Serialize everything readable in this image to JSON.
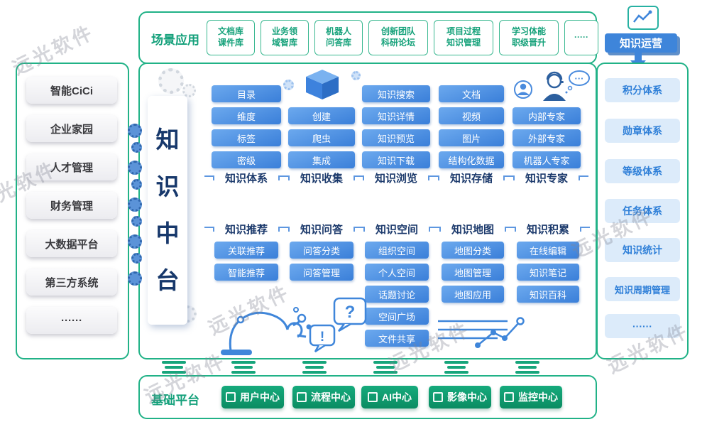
{
  "watermark": "远光软件",
  "top_bar": {
    "label": "场景应用",
    "items": [
      "文档库\n课件库",
      "业务领\n域智库",
      "机器人\n问答库",
      "创新团队\n科研论坛",
      "项目过程\n知识管理",
      "学习体能\n职级晋升",
      "·····"
    ]
  },
  "ops": {
    "button": "知识运营"
  },
  "left_panel": {
    "items": [
      "智能CiCi",
      "企业家园",
      "人才管理",
      "财务管理",
      "大数据平台",
      "第三方系统",
      "······"
    ]
  },
  "center": {
    "title": "知识中台",
    "row1": [
      {
        "label": "知识体系",
        "items": [
          "目录",
          "维度",
          "标签",
          "密级"
        ]
      },
      {
        "label": "知识收集",
        "items": [
          "创建",
          "爬虫",
          "集成"
        ]
      },
      {
        "label": "知识浏览",
        "items": [
          "知识搜索",
          "知识详情",
          "知识预览",
          "知识下载"
        ]
      },
      {
        "label": "知识存储",
        "items": [
          "文档",
          "视频",
          "图片",
          "结构化数据"
        ]
      },
      {
        "label": "知识专家",
        "items": [
          "内部专家",
          "外部专家",
          "机器人专家"
        ]
      }
    ],
    "row2": [
      {
        "label": "知识推荐",
        "items": [
          "关联推荐",
          "智能推荐"
        ]
      },
      {
        "label": "知识问答",
        "items": [
          "问答分类",
          "问答管理"
        ]
      },
      {
        "label": "知识空间",
        "items": [
          "组织空间",
          "个人空间",
          "话题讨论",
          "空间广场",
          "文件共享"
        ]
      },
      {
        "label": "知识地图",
        "items": [
          "地图分类",
          "地图管理",
          "地图应用"
        ]
      },
      {
        "label": "知识积累",
        "items": [
          "在线编辑",
          "知识笔记",
          "知识百科"
        ]
      }
    ]
  },
  "right_panel": {
    "items": [
      "积分体系",
      "勋章体系",
      "等级体系",
      "任务体系",
      "知识统计",
      "知识周期管理",
      "······"
    ]
  },
  "bottom_bar": {
    "label": "基础平台",
    "items": [
      "用户中心",
      "流程中心",
      "AI中心",
      "影像中心",
      "监控中心"
    ]
  },
  "decor": {
    "exclaim": "!",
    "question": "?",
    "cloud_dots": "···"
  },
  "colors": {
    "green": "#21b287",
    "blue": "#3e85da",
    "navy": "#1c3a6c"
  }
}
